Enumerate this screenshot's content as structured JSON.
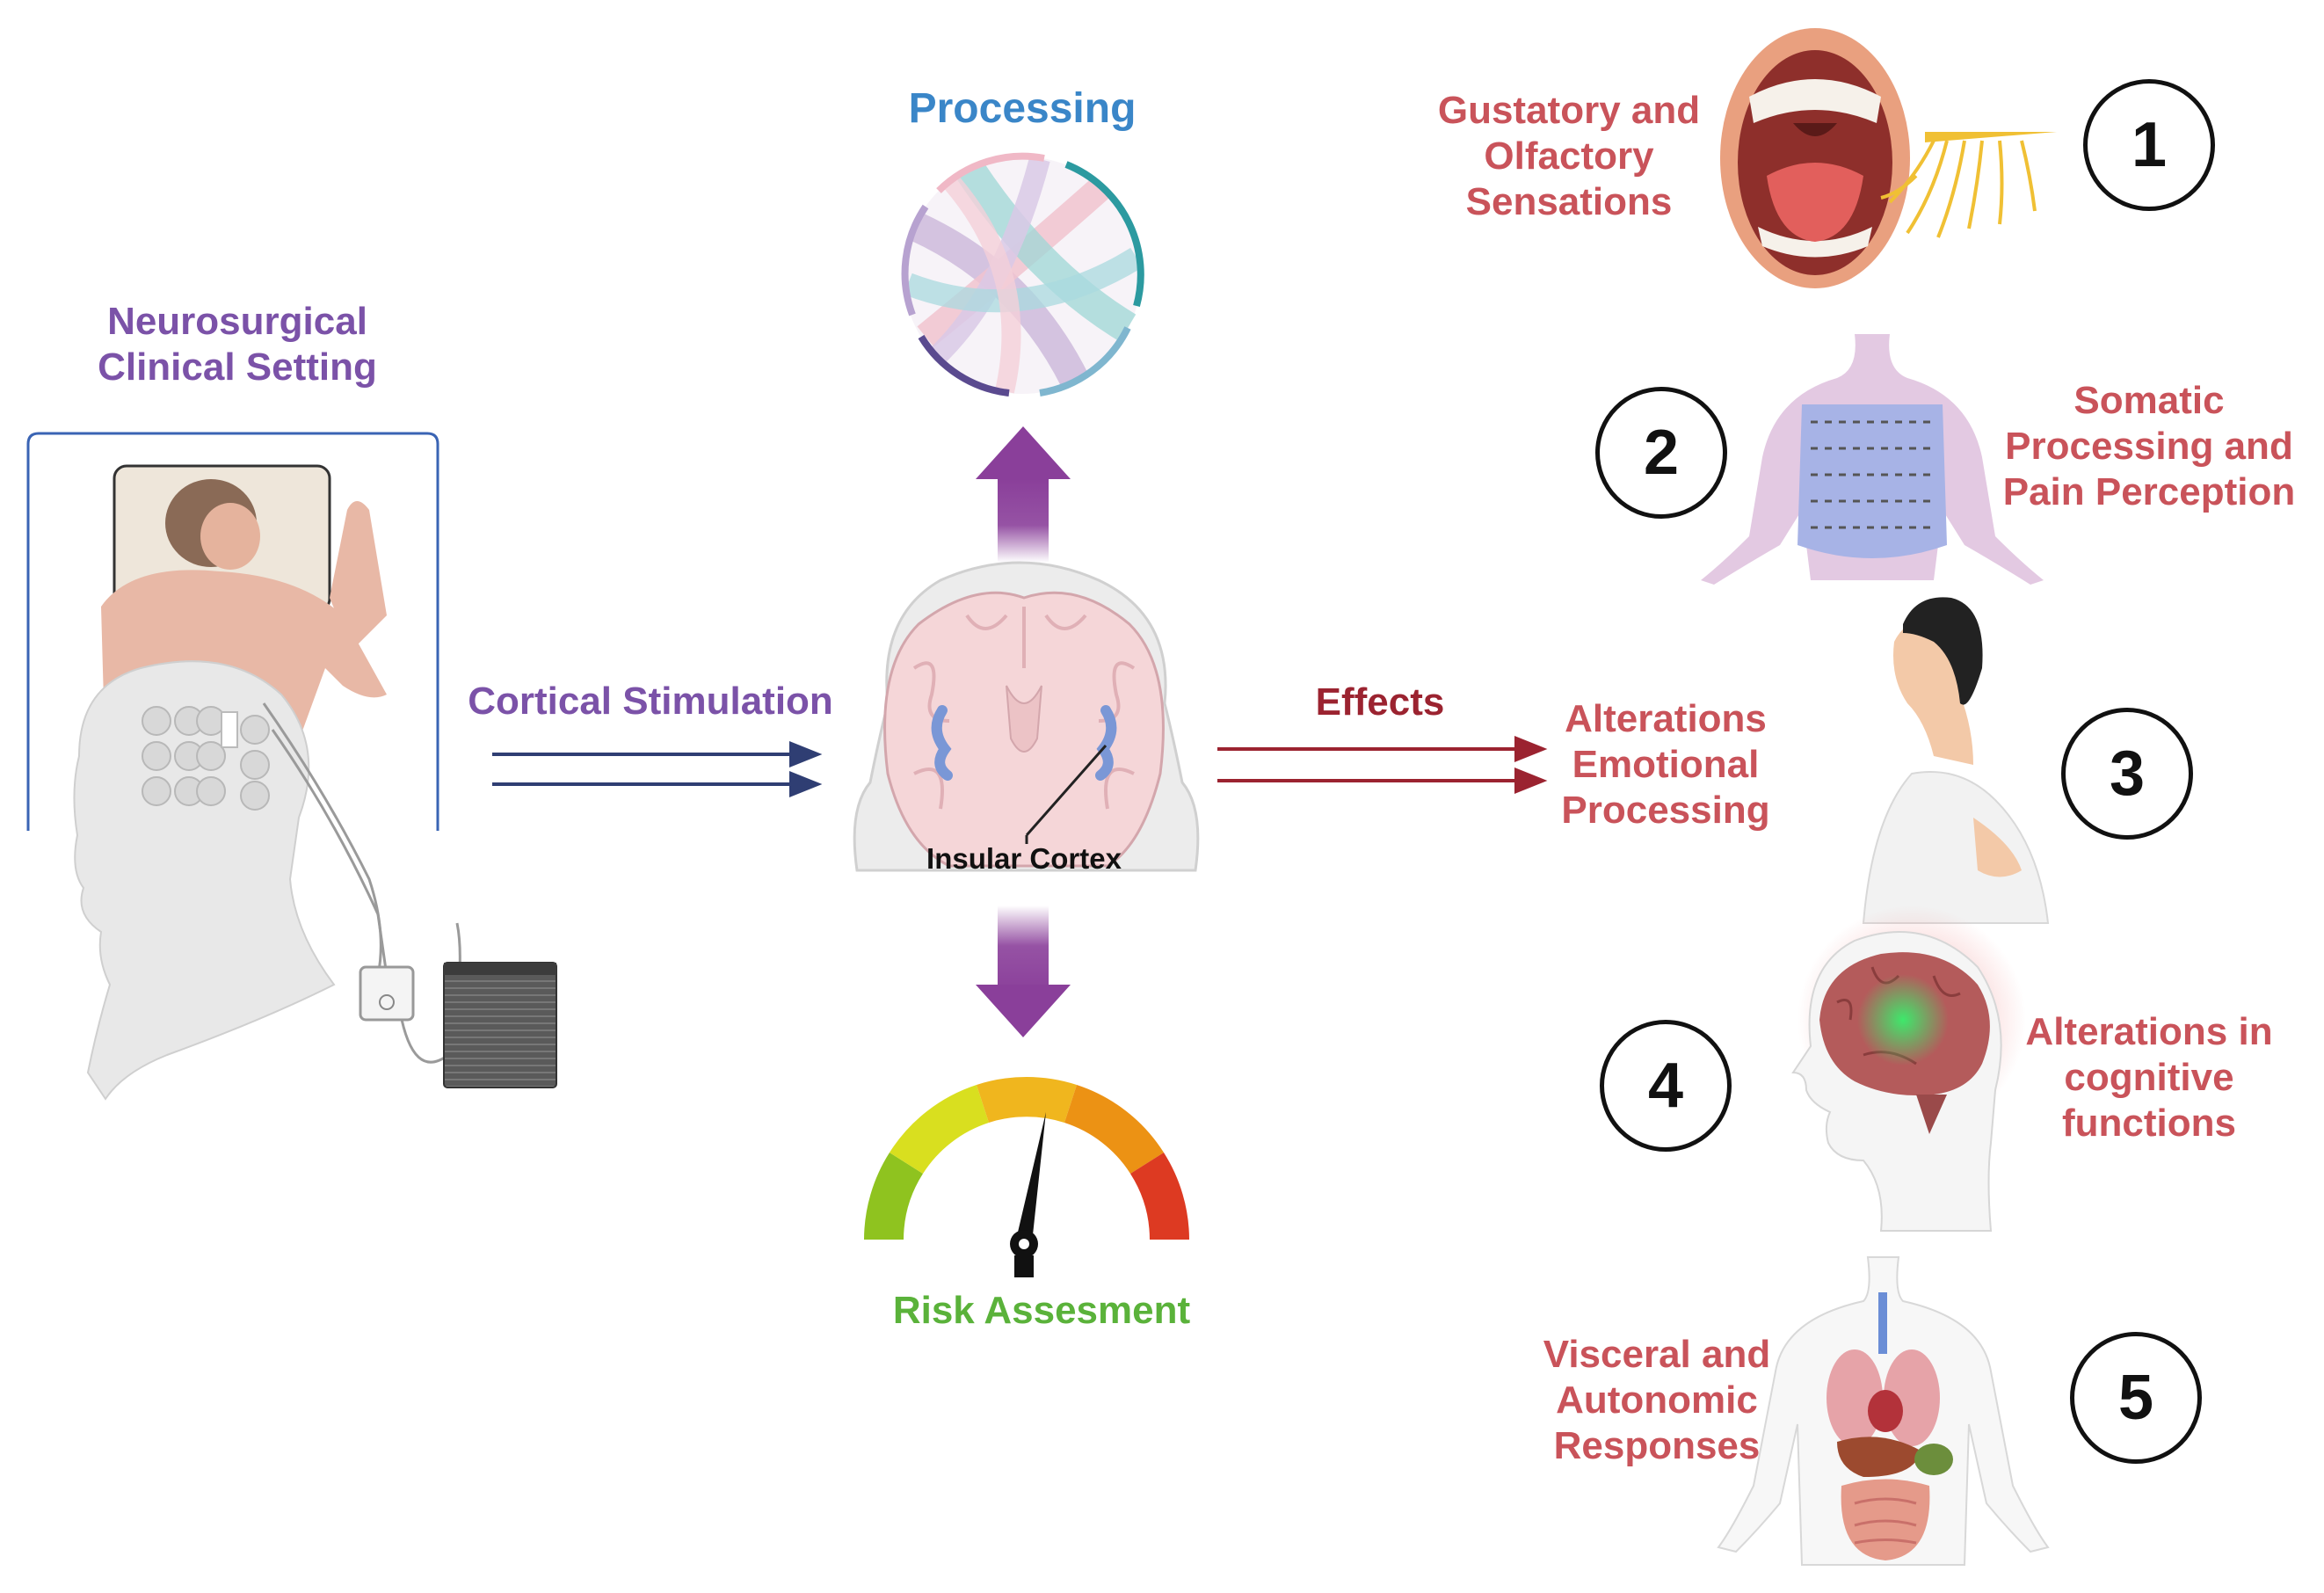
{
  "left": {
    "setting_title": [
      "Neurosurgical",
      "Clinical Setting"
    ],
    "stimulation_label": "Cortical Stimulation"
  },
  "center": {
    "processing_label": "Processing",
    "brain_label": "Insular Cortex",
    "risk_label": "Risk Assesment",
    "effects_label": "Effects"
  },
  "effects": [
    {
      "number": "1",
      "lines": [
        "Gustatory and",
        "Olfactory",
        "Sensations"
      ]
    },
    {
      "number": "2",
      "lines": [
        "Somatic",
        "Processing and",
        "Pain Perception"
      ]
    },
    {
      "number": "3",
      "lines": [
        "Alterations",
        "Emotional",
        "Processing"
      ]
    },
    {
      "number": "4",
      "lines": [
        "Alterations in",
        "cognitive",
        "functions"
      ]
    },
    {
      "number": "5",
      "lines": [
        "Visceral and",
        "Autonomic",
        "Responses"
      ]
    }
  ],
  "colors": {
    "purple": "#7b52a8",
    "effect_red": "#c9535a",
    "effects_arrow": "#9b2330",
    "stim_arrow": "#2f3e73",
    "processing_blue": "#3a86c8",
    "risk_green": "#5ab23a"
  }
}
